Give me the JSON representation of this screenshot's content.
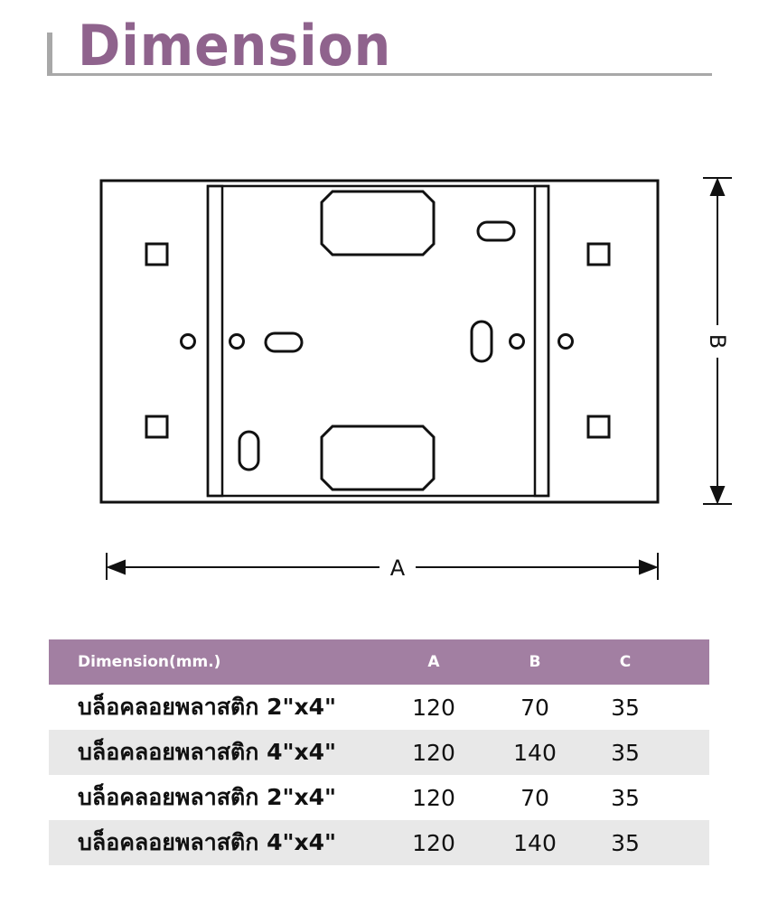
{
  "title": "Dimension",
  "diagram": {
    "label_a": "A",
    "label_b": "B"
  },
  "table": {
    "headers": [
      "Dimension(mm.)",
      "A",
      "B",
      "C"
    ],
    "rows": [
      [
        "บล็อคลอยพลาสติก 2\"x4\"",
        "120",
        "70",
        "35"
      ],
      [
        "บล็อคลอยพลาสติก 4\"x4\"",
        "120",
        "140",
        "35"
      ],
      [
        "บล็อคลอยพลาสติก 2\"x4\"",
        "120",
        "70",
        "35"
      ],
      [
        "บล็อคลอยพลาสติก 4\"x4\"",
        "120",
        "140",
        "35"
      ]
    ]
  },
  "colors": {
    "accent": "#8f638d",
    "header_bg": "#a27fa2",
    "alt_row": "#e8e8e8"
  }
}
